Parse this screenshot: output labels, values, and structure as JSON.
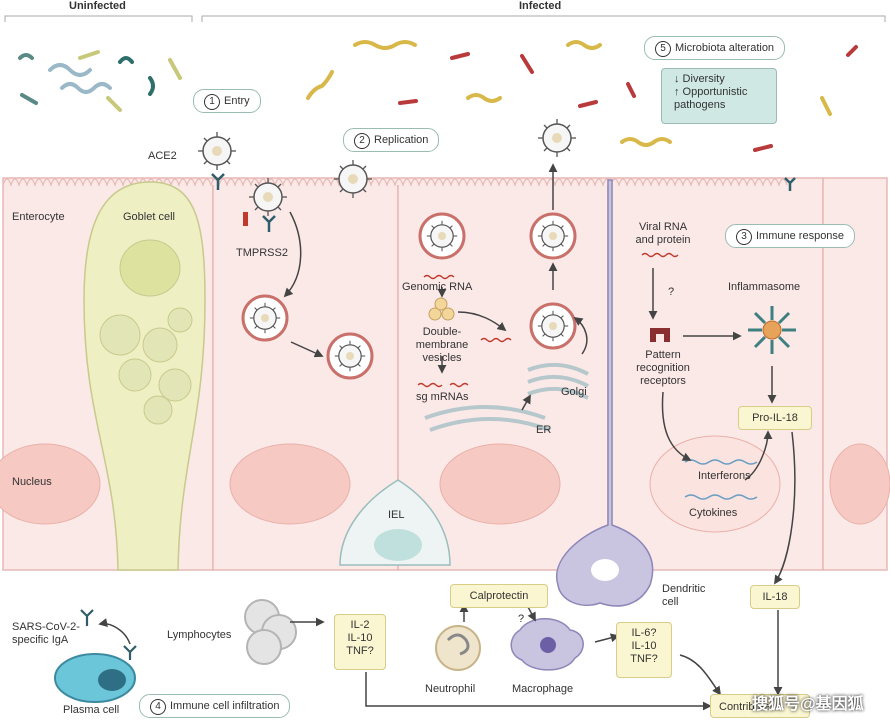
{
  "headers": {
    "uninfected": "Uninfected",
    "infected": "Infected"
  },
  "steps": {
    "entry": {
      "num": "1",
      "label": "Entry"
    },
    "replication": {
      "num": "2",
      "label": "Replication"
    },
    "immune_response": {
      "num": "3",
      "label": "Immune response"
    },
    "immune_infiltration": {
      "num": "4",
      "label": "Immune cell infiltration"
    },
    "microbiota": {
      "num": "5",
      "label": "Microbiota alteration"
    }
  },
  "microbiota_effects": [
    "↓ Diversity",
    "↑ Opportunistic pathogens"
  ],
  "labels": {
    "ace2": "ACE2",
    "enterocyte": "Enterocyte",
    "goblet": "Goblet cell",
    "tmprss2": "TMPRSS2",
    "nucleus": "Nucleus",
    "genomic_rna": "Genomic RNA",
    "dmv": "Double-\nmembrane\nvesicles",
    "sg_mrna": "sg mRNAs",
    "er": "ER",
    "golgi": "Golgi",
    "viral_rna": "Viral RNA\nand protein",
    "question": "?",
    "prr": "Pattern\nrecognition\nreceptors",
    "inflammasome": "Inflammasome",
    "pro_il18": "Pro-IL-18",
    "interferons": "Interferons",
    "cytokines": "Cytokines",
    "iel": "IEL",
    "dendritic": "Dendritic\ncell",
    "il18": "IL-18",
    "calprotectin": "Calprotectin",
    "lymphocytes": "Lymphocytes",
    "il_box1": "IL-2\nIL-10\nTNF?",
    "il_box2": "IL-6?\nIL-10\nTNF?",
    "neutrophil": "Neutrophil",
    "macrophage": "Macrophage",
    "sars_iga": "SARS-CoV-2-\nspecific IgA",
    "plasma": "Plasma cell",
    "contributes": "Contributes",
    "watermark": "搜狐号@基因狐"
  },
  "colors": {
    "cell_fill": "#fbe9e8",
    "cell_border": "#e7b8b5",
    "goblet_fill": "#eef0c4",
    "box_fill": "#fbf6d2",
    "teal_box": "#cfe8e3",
    "virus_red": "#c0392b"
  }
}
